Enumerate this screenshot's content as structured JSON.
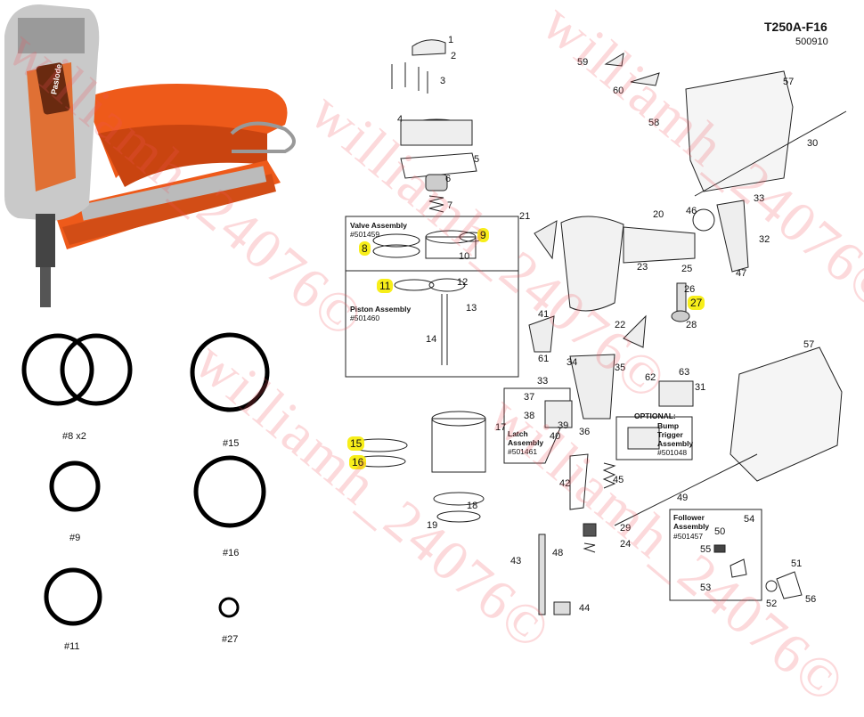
{
  "header": {
    "model": "T250A-F16",
    "code": "500910"
  },
  "brand": "Paslode",
  "rings": [
    {
      "label": "#8 x2"
    },
    {
      "label": "#15"
    },
    {
      "label": "#9"
    },
    {
      "label": "#16"
    },
    {
      "label": "#11"
    },
    {
      "label": "#27"
    }
  ],
  "parts": [
    "1",
    "2",
    "3",
    "4",
    "5",
    "6",
    "7",
    "10",
    "12",
    "13",
    "14",
    "17",
    "18",
    "19",
    "20",
    "21",
    "22",
    "23",
    "24",
    "25",
    "26",
    "28",
    "29",
    "30",
    "31",
    "32",
    "33",
    "34",
    "35",
    "36",
    "37",
    "38",
    "39",
    "40",
    "41",
    "42",
    "43",
    "44",
    "45",
    "46",
    "47",
    "48",
    "49",
    "50",
    "51",
    "52",
    "53",
    "54",
    "55",
    "56",
    "57",
    "58",
    "59",
    "60",
    "61",
    "62",
    "63"
  ],
  "extra_parts": {
    "p33b": "33",
    "p57b": "57"
  },
  "highlighted": {
    "h8": "8",
    "h9": "9",
    "h11": "11",
    "h15": "15",
    "h16": "16",
    "h27": "27"
  },
  "assemblies": {
    "valve": {
      "title": "Valve Assembly",
      "code": "#501459"
    },
    "piston": {
      "title": "Piston Assembly",
      "code": "#501460"
    },
    "latch": {
      "title": "Latch Assembly",
      "code": "#501461"
    },
    "bump_optional": "OPTIONAL:",
    "bump": {
      "title": "Bump Trigger Assembly",
      "code": "#501048"
    },
    "follower": {
      "title": "Follower Assembly",
      "code": "#501457"
    }
  },
  "watermark": "williamh_24076©",
  "colors": {
    "tool_orange": "#ee5a1a",
    "highlight": "#f7ee1a",
    "watermark": "#f0505a"
  }
}
